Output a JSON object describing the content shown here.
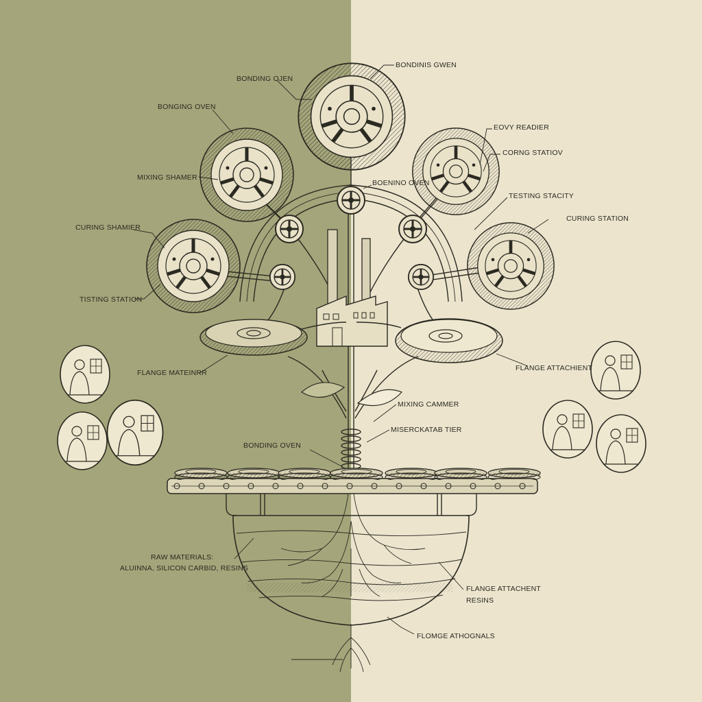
{
  "colors": {
    "left_panel": "#a4a57a",
    "right_panel": "#ece4cd",
    "ink": "#2b2a22"
  },
  "labels": {
    "top_center": "BONDINIS GWEN",
    "top_left": "BONDING OJEN",
    "left_oven": "BONGING OVEN",
    "left_mixing": "MIXING SHAMER",
    "left_curing": "CURING SHAMIER",
    "left_testing": "TISTING STATION",
    "left_flange": "FLANGE MATEINRR",
    "center_bonding": "BOENINO OVEN",
    "right_reader": "EOVY READIER",
    "right_curing_top": "CORNG STATIOV",
    "right_testing": "TESTING STACITY",
    "right_curing": "CURING STATION",
    "right_flange": "FLANGE ATTACHIENT",
    "center_mixing": "MIXING CAMMER",
    "center_misc": "MISERCKATAB TIER",
    "conveyor_oven": "BONDING OVEN",
    "raw_line1": "RAW MATERIALS:",
    "raw_line2": "ALUINNA, SILICON CARBID, RESINS",
    "bowl_flange_line1": "FLANGE ATTACHENT",
    "bowl_flange_line2": "RESINS",
    "bottom": "FLOMGE ATHOGNALS"
  }
}
